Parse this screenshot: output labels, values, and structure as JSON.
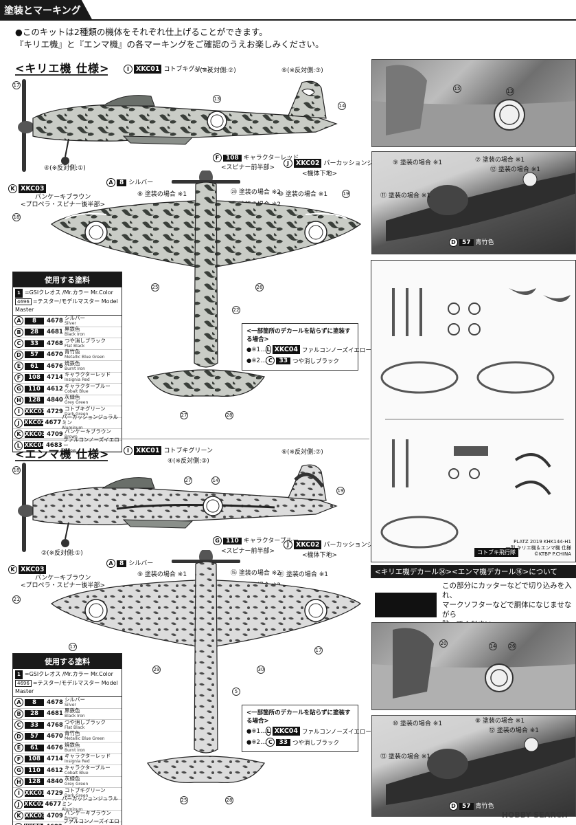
{
  "header": {
    "title": "塗装とマーキング"
  },
  "intro": {
    "line1": "●このキットは2種類の機体をそれぞれ仕上げることができます。",
    "line2": "『キリエ機』と『エンマ機』の各マーキングをご確認のうえお楽しみください。"
  },
  "kirie": {
    "title": "<キリエ機 仕様>",
    "paint_i": {
      "code": "XKC01",
      "name": "コトブキグリーン"
    },
    "paint_f": {
      "letter": "F",
      "num": "108",
      "name": "キャラクターレッド",
      "note": "<スピナー前半部>"
    },
    "paint_j": {
      "code": "XKC02",
      "name": "パーカッションジュラルミン",
      "note": "<機体下地>"
    },
    "paint_k": {
      "code": "XKC03",
      "name": "パンケーキブラウン",
      "note": "<プロペラ・スピナー後半部>"
    },
    "paint_a": {
      "letter": "A",
      "num": "8",
      "name": "シルバー"
    },
    "callouts": {
      "c5": "⑤(※反対側:②)",
      "c6": "⑥(※反対側:③)",
      "c4": "④(※反対側:①)",
      "c8": "⑧ 塗装の場合 ※1",
      "c23": "㉓ 塗装の場合 ※2",
      "c24": "㉔ 塗装の場合 ※2",
      "c10": "⑩ 塗装の場合 ※1"
    }
  },
  "emma": {
    "title": "<エンマ機 仕様>",
    "paint_i": {
      "code": "XKC01",
      "name": "コトブキグリーン"
    },
    "paint_g": {
      "letter": "G",
      "num": "110",
      "name": "キャラクターブルー",
      "note": "<スピナー前半部>"
    },
    "paint_j": {
      "code": "XKC02",
      "name": "パーカッションジュラルミン",
      "note": "<機体下地>"
    },
    "paint_k": {
      "code": "XKC03",
      "name": "パンケーキブラウン",
      "note": "<プロペラ・スピナー後半部>"
    },
    "paint_a": {
      "letter": "A",
      "num": "8",
      "name": "シルバー"
    },
    "callouts": {
      "c4": "④(※反対側:③)",
      "c6": "⑥(※反対側:⑦)",
      "c2": "②(※反対側:①)",
      "c9": "⑨ 塗装の場合 ※1",
      "c15": "⑮ 塗装の場合 ※2",
      "c16": "⑯ 塗装の場合 ※2",
      "c11": "⑪ 塗装の場合 ※1"
    }
  },
  "paint_table": {
    "title": "使用する塗料",
    "legend1": "=GSIクレオス /Mr.カラー Mr.Color",
    "legend2": "=テスター/モデルマスター Model Master",
    "legend1_code": "1",
    "legend2_code": "4696",
    "rows": [
      {
        "letter": "A",
        "code": "8",
        "mm": "4678",
        "jp": "シルバー",
        "en": "Silver"
      },
      {
        "letter": "B",
        "code": "28",
        "mm": "4681",
        "jp": "黒鉄色",
        "en": "Black Iron"
      },
      {
        "letter": "C",
        "code": "33",
        "mm": "4768",
        "jp": "つや消しブラック",
        "en": "Flat Black"
      },
      {
        "letter": "D",
        "code": "57",
        "mm": "4670",
        "jp": "青竹色",
        "en": "Metallic Blue Green"
      },
      {
        "letter": "E",
        "code": "61",
        "mm": "4676",
        "jp": "焼鉄色",
        "en": "Burnt Iron"
      },
      {
        "letter": "F",
        "code": "108",
        "mm": "4714",
        "jp": "キャラクターレッド",
        "en": "Insignia Red"
      },
      {
        "letter": "G",
        "code": "110",
        "mm": "4612",
        "jp": "キャラクターブルー",
        "en": "Cobalt Blue"
      },
      {
        "letter": "H",
        "code": "128",
        "mm": "4840",
        "jp": "灰緑色",
        "en": "Grey Green"
      },
      {
        "letter": "I",
        "code": "XKC01",
        "mm": "4729",
        "jp": "コトブキグリーン",
        "en": "Dark Green"
      },
      {
        "letter": "J",
        "code": "XKC02",
        "mm": "4677",
        "jp": "パーカッションジュラルミン",
        "en": "Aluminum"
      },
      {
        "letter": "K",
        "code": "XKC03",
        "mm": "4709",
        "jp": "パンケーキブラウン",
        "en": "Brown"
      },
      {
        "letter": "L",
        "code": "XKC04",
        "mm": "4683",
        "jp": "ファルコンノーズイエロー",
        "en": "Yellow"
      }
    ]
  },
  "special_box": {
    "title": "<一部箇所のデカールを貼らずに塗装する場合>",
    "row1_note": "●※1…",
    "row1_letter": "L",
    "row1_code": "XKC04",
    "row1_name": "ファルコンノーズイエロー",
    "row2_note": "●※2…",
    "row2_letter": "C",
    "row2_code": "33",
    "row2_name": "つや消しブラック"
  },
  "photo_labels": {
    "p2_9": "⑨ 塗装の場合 ※1",
    "p2_7": "⑦ 塗装の場合 ※1",
    "p2_12": "⑫ 塗装の場合 ※1",
    "p2_11": "⑪ 塗装の場合 ※1",
    "p2_paint": {
      "letter": "D",
      "num": "57",
      "name": "青竹色"
    },
    "p4_10": "⑩ 塗装の場合 ※1",
    "p4_8": "⑧ 塗装の場合 ※1",
    "p4_12": "⑫ 塗装の場合 ※1",
    "p4_13": "⑬ 塗装の場合 ※1",
    "p4_paint": {
      "letter": "D",
      "num": "57",
      "name": "青竹色"
    }
  },
  "decal_sheet": {
    "info1": "PLATZ 2019 KHK144-H1",
    "info2": "一型 キリエ機＆エンマ機 仕様",
    "info3": "©KTBP  P.CHINA",
    "logo": "コトブキ飛行隊"
  },
  "decal_note": {
    "header": "<キリエ機デカール㉔><エンマ機デカール⑯>について",
    "body1": "この部分にカッターなどで切り込みを入れ、",
    "body2": "マークソフターなどで胴体になじませながら",
    "body3": "貼ってください。"
  },
  "watermark": "HOBBY SEARCH",
  "colors": {
    "dark": "#1a1a1a",
    "camo_dark": "#3a3f3a",
    "camo_light": "#c9ccc6",
    "silver": "#b8bbb8"
  }
}
